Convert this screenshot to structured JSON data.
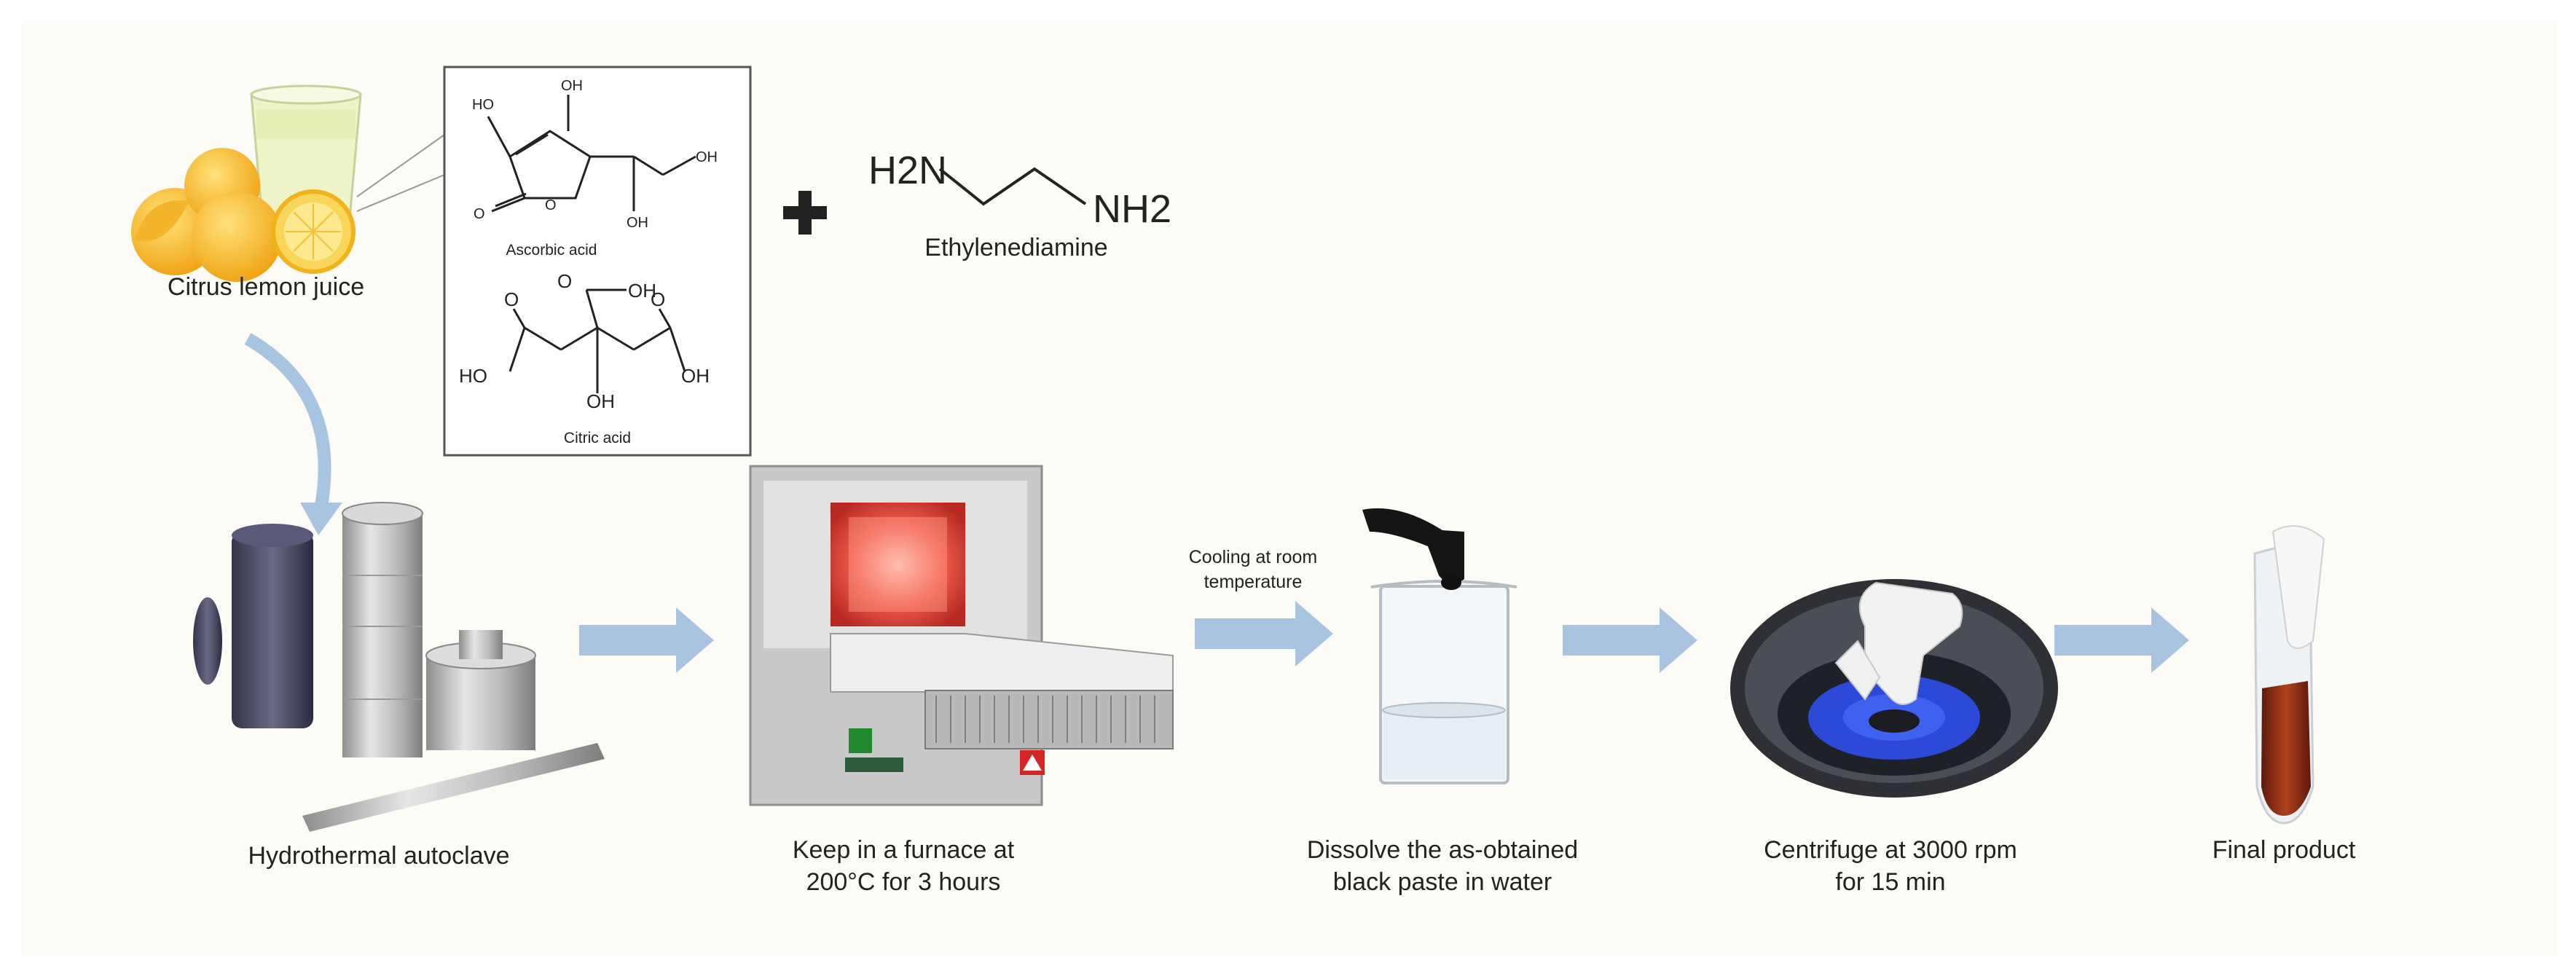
{
  "chemicals": {
    "ascorbic_acid_name": "Ascorbic acid",
    "citric_acid_name": "Citric acid",
    "ethylenediamine_name": "Ethylenediamine",
    "ethylenediamine_left_group": "H2N",
    "ethylenediamine_right_group": "NH2",
    "hydroxyl": "HO",
    "hydroxyl_right": "OH",
    "oxygen": "O"
  },
  "steps": {
    "lemon_juice": "Citrus lemon juice",
    "autoclave": "Hydrothermal autoclave",
    "furnace": "Keep in a furnace at\n200°C for 3 hours",
    "cooling": "Cooling at room\ntemperature",
    "dissolve": "Dissolve the as-obtained\nblack paste in water",
    "centrifuge": "Centrifuge at 3000 rpm\nfor 15 min",
    "final": "Final product"
  },
  "colors": {
    "background": "#fcfbf6",
    "arrow": "#a9c4e0",
    "lemon": "#f6b21c",
    "product": "#8a2a12",
    "centrifuge_blue": "#2d49d8"
  },
  "icons": {
    "plus": "plus-icon",
    "process_arrow": "arrow-right-icon",
    "curved_arrow": "curved-arrow-icon"
  }
}
